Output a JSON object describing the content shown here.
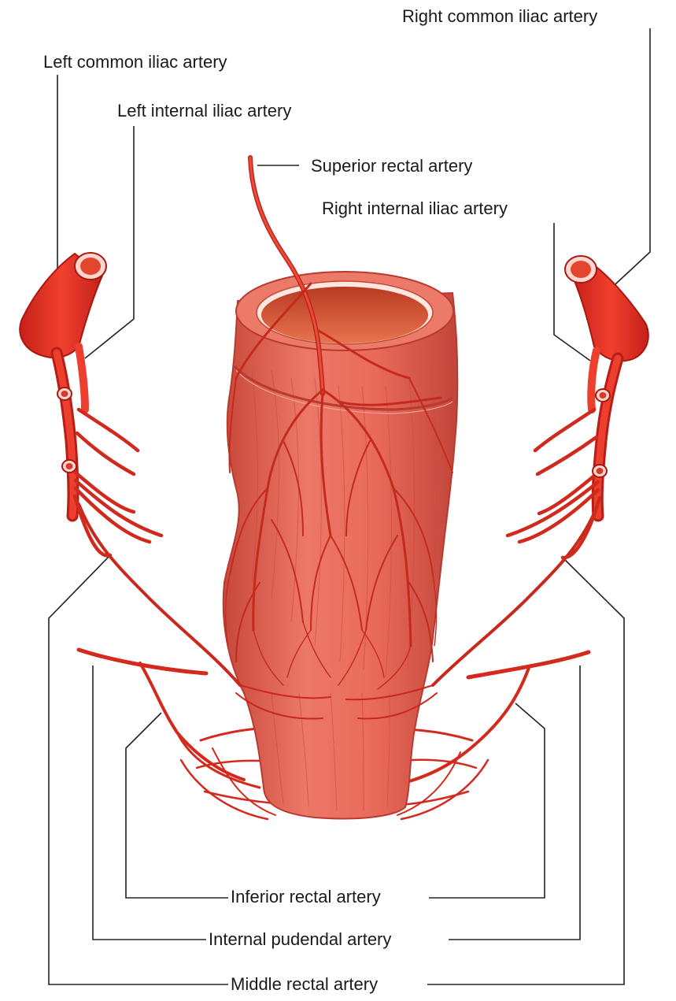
{
  "labels": {
    "right_common_iliac": "Right common iliac artery",
    "left_common_iliac": "Left common iliac artery",
    "left_internal_iliac": "Left internal iliac artery",
    "superior_rectal": "Superior rectal artery",
    "right_internal_iliac": "Right internal iliac artery",
    "inferior_rectal": "Inferior rectal artery",
    "internal_pudendal": "Internal pudendal artery",
    "middle_rectal": "Middle rectal artery"
  },
  "colors": {
    "artery": "#e8332a",
    "artery_dark": "#b81e16",
    "artery_light": "#f26a55",
    "rectum": "#e25a4a",
    "rectum_dark": "#c43c30",
    "lumen": "#d9533a",
    "leader": "#222222"
  }
}
